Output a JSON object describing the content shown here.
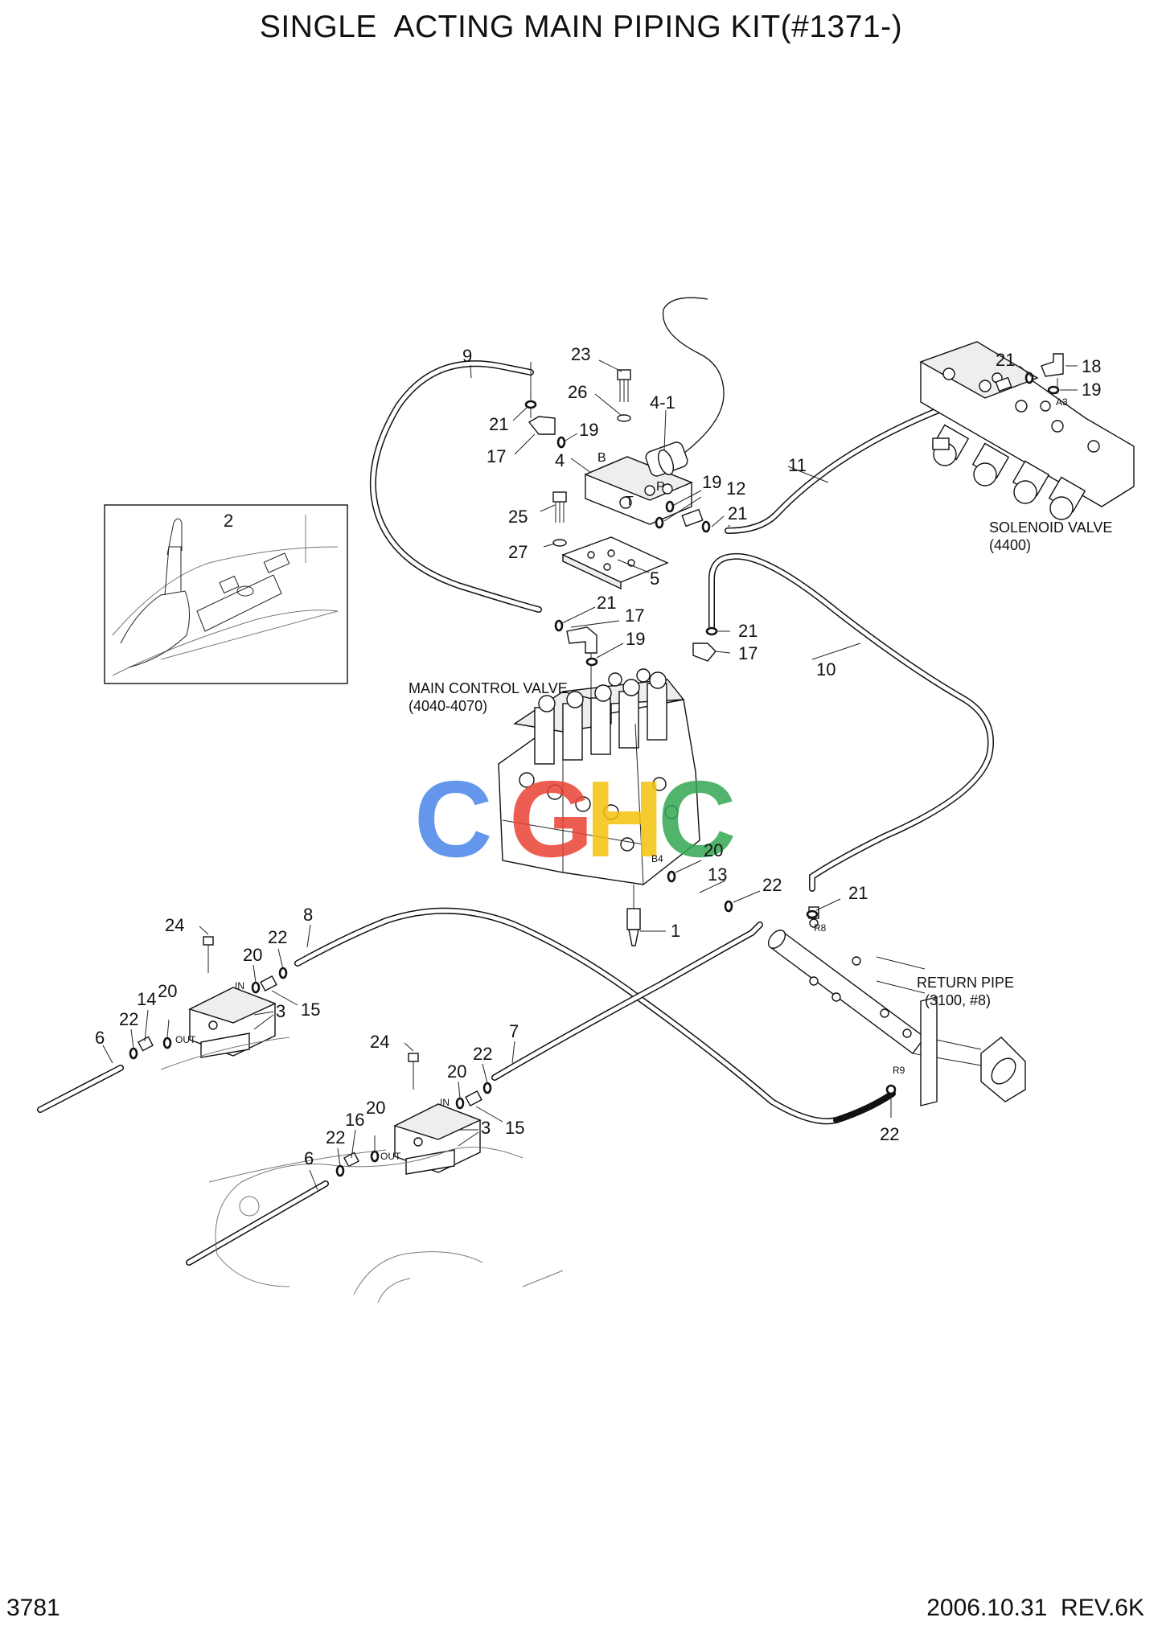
{
  "title": "SINGLE  ACTING MAIN PIPING KIT(#1371-)",
  "page_number": "3781",
  "revision": "2006.10.31  REV.6K",
  "watermark": {
    "text": "CGHC",
    "colors": [
      "#4a86e8",
      "#ea4335",
      "#f4c20d",
      "#34a853"
    ]
  },
  "assemblies": {
    "main_control_valve": {
      "name": "MAIN CONTROL VALVE",
      "ref": "(4040-4070)"
    },
    "solenoid_valve": {
      "name": "SOLENOID VALVE",
      "ref": "(4400)"
    },
    "return_pipe": {
      "name": "RETURN PIPE",
      "ref": "(3100, #8)"
    }
  },
  "port_labels": {
    "b": "B",
    "t": "T",
    "p": "P",
    "in": "IN",
    "out": "OUT",
    "a3": "A3",
    "b4": "B4",
    "r8": "R8",
    "r9": "R9"
  },
  "parts": {
    "p1": "1",
    "p2": "2",
    "p3": "3",
    "p4": "4",
    "p4_1": "4-1",
    "p5": "5",
    "p6": "6",
    "p7": "7",
    "p8": "8",
    "p9": "9",
    "p10": "10",
    "p11": "11",
    "p12": "12",
    "p13": "13",
    "p14": "14",
    "p15": "15",
    "p16": "16",
    "p17": "17",
    "p18": "18",
    "p19": "19",
    "p20": "20",
    "p21": "21",
    "p22": "22",
    "p23": "23",
    "p24": "24",
    "p25": "25",
    "p26": "26",
    "p27": "27"
  }
}
